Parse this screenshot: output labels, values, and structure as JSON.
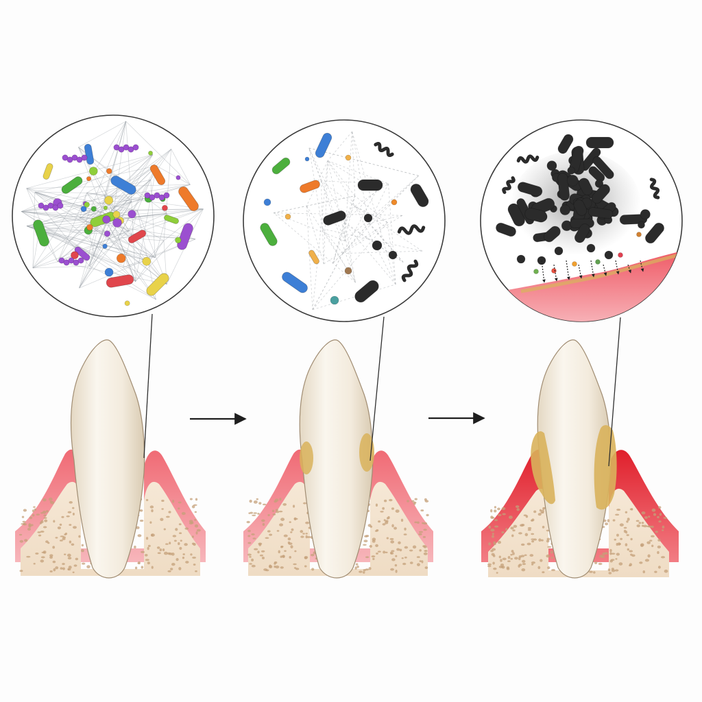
{
  "stages": [
    {
      "id": "healthy",
      "gum": "#f07e86",
      "gum_inflamed": false,
      "calculus": false,
      "microbiome": "diverse"
    },
    {
      "id": "dysbiosis",
      "gum": "#f07e86",
      "gum_inflamed": false,
      "calculus": true,
      "microbiome": "shifting"
    },
    {
      "id": "periodontitis",
      "gum": "#e8323c",
      "gum_inflamed": true,
      "calculus": true,
      "microbiome": "pathogenic"
    }
  ],
  "colors": {
    "enamel": "#efe6d6",
    "gum_pink": "#f07e86",
    "gum_red": "#e3262f",
    "bone": "#f1dfc8",
    "calculus": "#d9b35c",
    "pathogen": "#2b2b2b",
    "commensal_green": "#4caf3d",
    "commensal_blue": "#3d7fd6",
    "commensal_orange": "#ee7a2a",
    "commensal_purple": "#9b4fd0",
    "commensal_yellow": "#e8d24a"
  },
  "icons": [
    "bacteria-rod-icon",
    "bacteria-coccus-icon",
    "spirochete-icon",
    "arrow-right-icon"
  ]
}
